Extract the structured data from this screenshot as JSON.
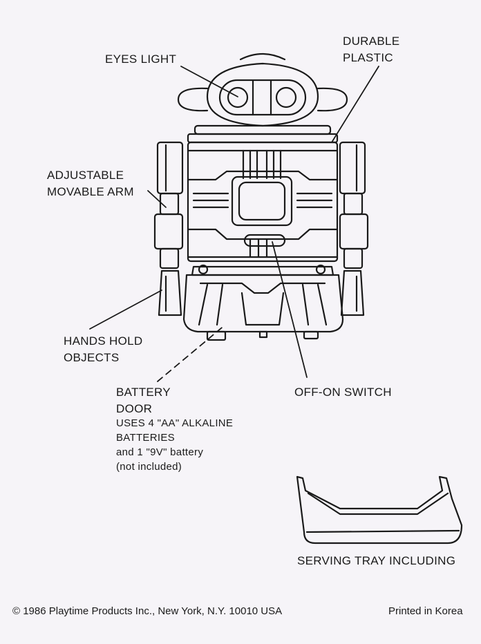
{
  "labels": {
    "eyes_light": "EYES LIGHT",
    "durable_plastic": [
      "DURABLE",
      "PLASTIC"
    ],
    "adjustable_arm": [
      "ADJUSTABLE",
      "MOVABLE ARM"
    ],
    "hands_hold": [
      "HANDS HOLD",
      "OBJECTS"
    ],
    "battery_door": [
      "BATTERY",
      "DOOR"
    ],
    "battery_info": [
      "USES 4 \"AA\" ALKALINE",
      "BATTERIES",
      "and 1 \"9V\" battery",
      "(not included)"
    ],
    "switch": "OFF-ON SWITCH",
    "tray": "SERVING TRAY INCLUDING"
  },
  "footer": {
    "copyright": "© 1986 Playtime Products Inc., New York, N.Y. 10010 USA",
    "printed": "Printed in Korea"
  }
}
